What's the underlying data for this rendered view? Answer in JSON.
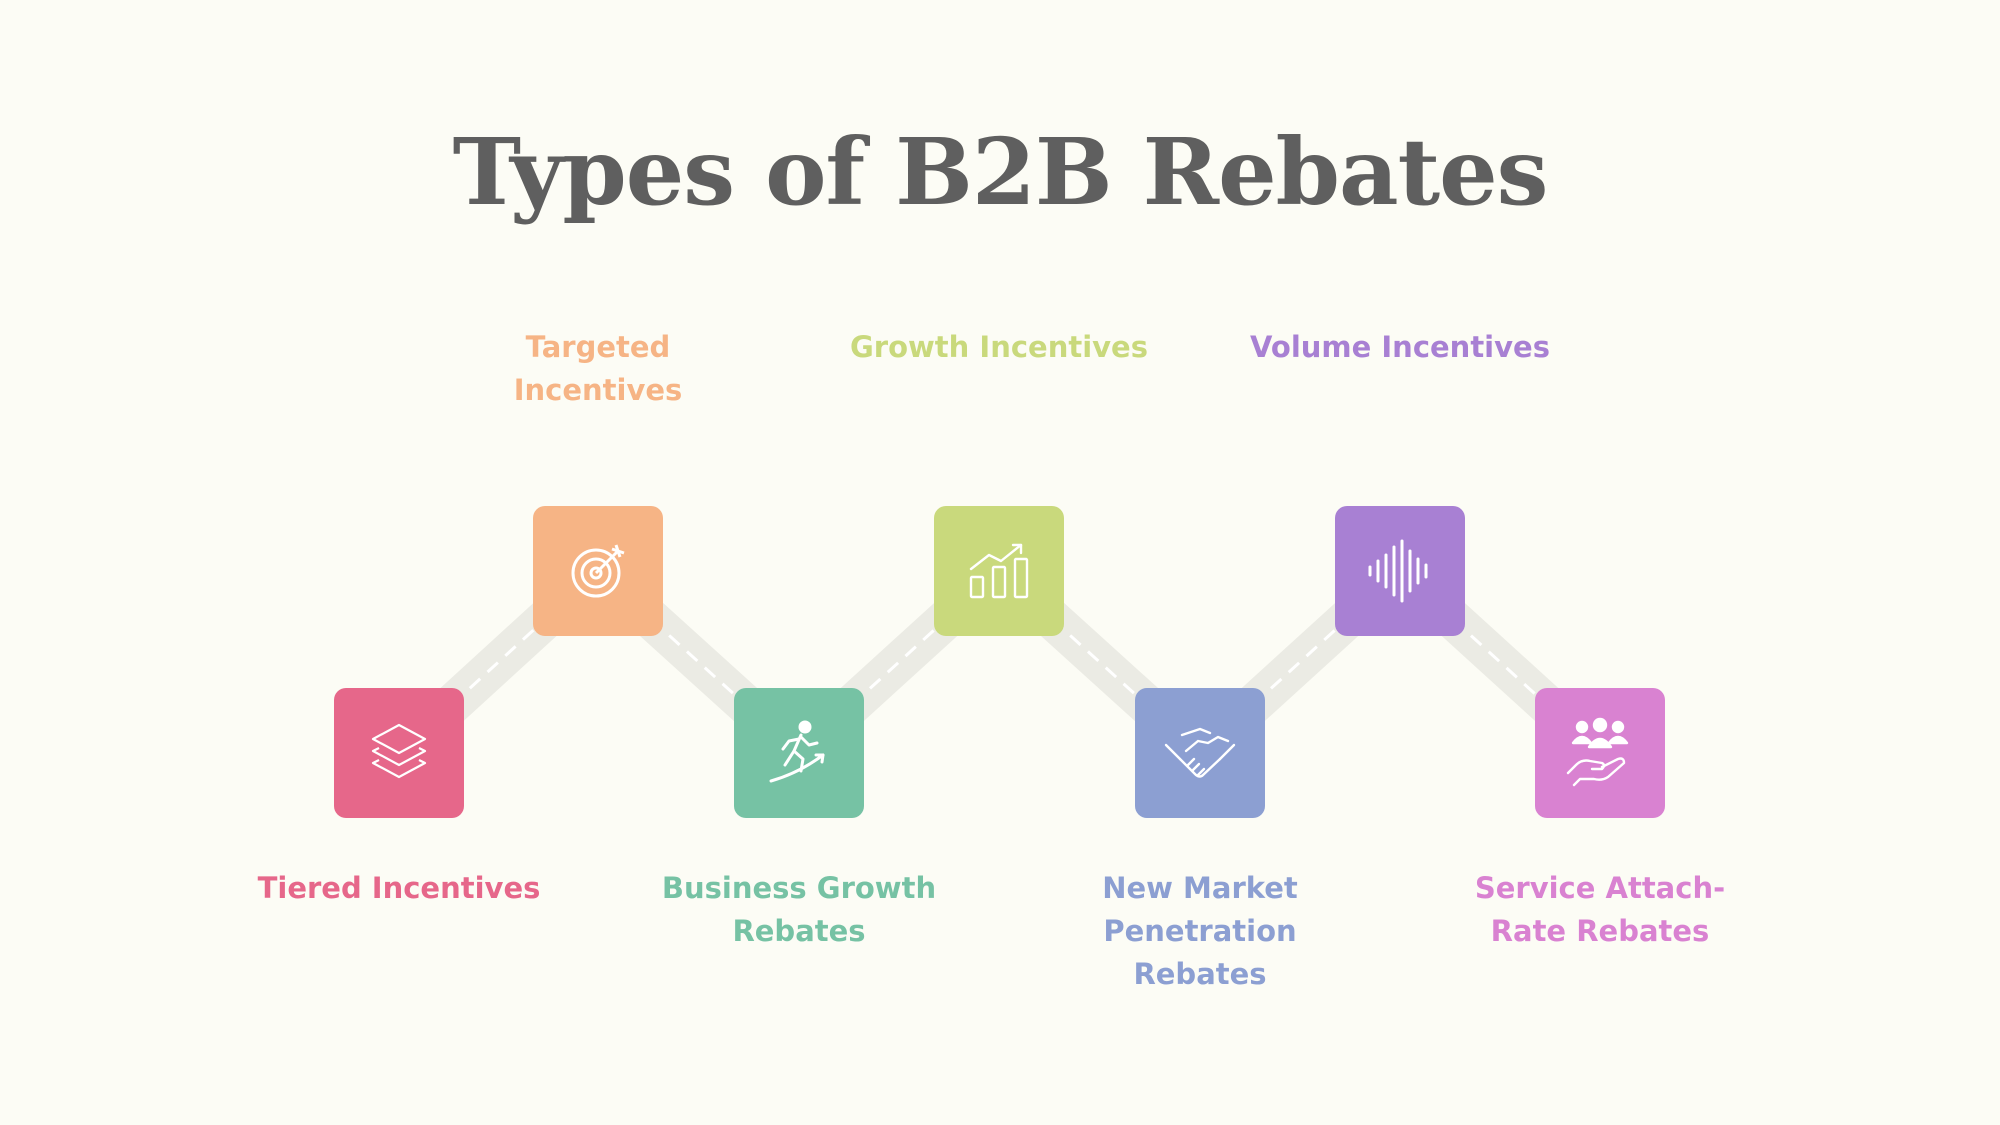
{
  "title": "Types of B2B Rebates",
  "colors": {
    "background": "#fcfcf5",
    "title": "#5f5f5f",
    "path_track": "#ebebe4",
    "path_dash": "#ffffff"
  },
  "steps": [
    {
      "label": "Tiered Incentives",
      "icon": "layers-icon",
      "color": "#e6678a",
      "position": "bottom"
    },
    {
      "label": "Targeted Incentives",
      "icon": "target-icon",
      "color": "#f6b485",
      "position": "top"
    },
    {
      "label": "Business Growth Rebates",
      "icon": "runner-icon",
      "color": "#76c2a4",
      "position": "bottom"
    },
    {
      "label": "Growth Incentives",
      "icon": "bar-chart-icon",
      "color": "#c9d97c",
      "position": "top"
    },
    {
      "label": "New Market Penetration Rebates",
      "icon": "handshake-icon",
      "color": "#8c9fd2",
      "position": "bottom"
    },
    {
      "label": "Volume Incentives",
      "icon": "sound-wave-icon",
      "color": "#a880d3",
      "position": "top"
    },
    {
      "label": "Service Attach-Rate Rebates",
      "icon": "people-in-hand-icon",
      "color": "#d982d1",
      "position": "bottom"
    }
  ]
}
